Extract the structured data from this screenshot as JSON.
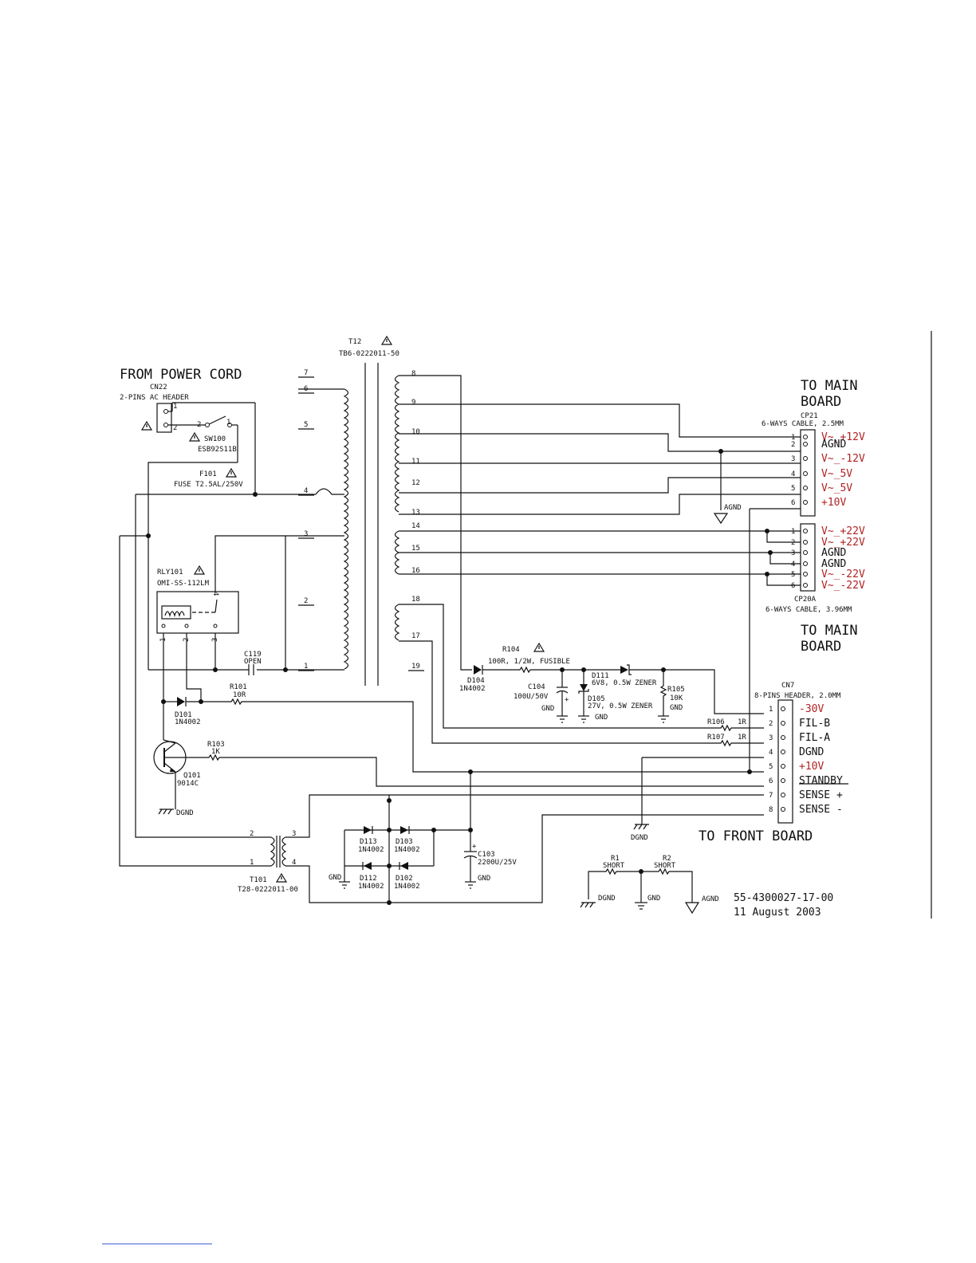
{
  "colors": {
    "ink": "#111111",
    "signal_red": "#b22222"
  },
  "titles": {
    "from_power_cord": "FROM POWER CORD",
    "to_main_board_1a": "TO MAIN",
    "to_main_board_1b": "BOARD",
    "to_main_board_2a": "TO MAIN",
    "to_main_board_2b": "BOARD",
    "to_front_board": "TO FRONT BOARD"
  },
  "footer": {
    "part_number": "55-4300027-17-00",
    "date": "11 August 2003"
  },
  "components": {
    "t12": {
      "ref": "T12",
      "part": "TB6-0222011-50"
    },
    "cn22": {
      "ref": "CN22",
      "desc": "2-PINS AC HEADER"
    },
    "sw100": {
      "ref": "SW100",
      "part": "ESB92S11B"
    },
    "f101": {
      "ref": "F101",
      "value": "FUSE T2.5AL/250V"
    },
    "rly101": {
      "ref": "RLY101",
      "part": "OMI-SS-112LM"
    },
    "c119": {
      "ref": "C119",
      "value": "OPEN"
    },
    "r101": {
      "ref": "R101",
      "value": "10R"
    },
    "d101": {
      "ref": "D101",
      "value": "1N4002"
    },
    "r103": {
      "ref": "R103",
      "value": "1K"
    },
    "q101": {
      "ref": "Q101",
      "value": "9014C"
    },
    "r104": {
      "ref": "R104",
      "value": "100R, 1/2W, FUSIBLE"
    },
    "d104": {
      "ref": "D104",
      "value": "1N4002"
    },
    "c104": {
      "ref": "C104",
      "value": "100U/50V"
    },
    "d111": {
      "ref": "D111",
      "value": "6V8, 0.5W ZENER"
    },
    "d105": {
      "ref": "D105",
      "value": "27V, 0.5W ZENER"
    },
    "r105": {
      "ref": "R105",
      "value": "10K"
    },
    "r106": {
      "ref": "R106",
      "value": "1R"
    },
    "r107": {
      "ref": "R107",
      "value": "1R"
    },
    "t101": {
      "ref": "T101",
      "part": "T28-0222011-00"
    },
    "d113": {
      "ref": "D113",
      "value": "1N4002"
    },
    "d103": {
      "ref": "D103",
      "value": "1N4002"
    },
    "d112": {
      "ref": "D112",
      "value": "1N4002"
    },
    "d102": {
      "ref": "D102",
      "value": "1N4002"
    },
    "c103": {
      "ref": "C103",
      "value": "2200U/25V"
    },
    "r1": {
      "ref": "R1",
      "value": "SHORT"
    },
    "r2": {
      "ref": "R2",
      "value": "SHORT"
    }
  },
  "grounds": {
    "dgnd": "DGND",
    "gnd": "GND",
    "agnd": "AGND"
  },
  "t12_primary_pins": [
    "7",
    "6",
    "5",
    "4",
    "3",
    "2",
    "1"
  ],
  "t12_secondary_pins": [
    "8",
    "9",
    "10",
    "11",
    "12",
    "13",
    "14",
    "15",
    "16",
    "18",
    "17",
    "19"
  ],
  "t101_pins": [
    "2",
    "1",
    "3",
    "4"
  ],
  "cp21": {
    "ref": "CP21",
    "desc": "6-WAYS CABLE, 2.5MM",
    "pins": [
      "1",
      "2",
      "3",
      "4",
      "5",
      "6"
    ],
    "signals": [
      "V~_+12V",
      "AGND",
      "V~_-12V",
      "V~_5V",
      "V~_5V",
      "+10V"
    ]
  },
  "cp20a": {
    "ref": "CP20A",
    "desc": "6-WAYS CABLE, 3.96MM",
    "pins": [
      "1",
      "2",
      "3",
      "4",
      "5",
      "6"
    ],
    "signals": [
      "V~_+22V",
      "V~_+22V",
      "AGND",
      "AGND",
      "V~_-22V",
      "V~_-22V"
    ]
  },
  "cn7": {
    "ref": "CN7",
    "desc": "8-PINS HEADER, 2.0MM",
    "pins": [
      "1",
      "2",
      "3",
      "4",
      "5",
      "6",
      "7",
      "8"
    ],
    "signals": [
      "-30V",
      "FIL-B",
      "FIL-A",
      "DGND",
      "+10V",
      "STANDBY",
      "SENSE +",
      "SENSE -"
    ]
  }
}
